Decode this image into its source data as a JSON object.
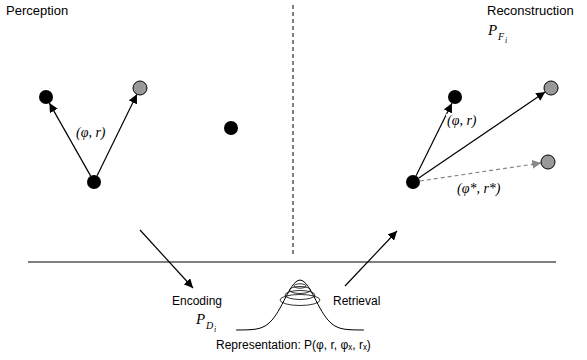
{
  "diagram": {
    "labels": [
      "Perception",
      "Reconstruction",
      "P",
      "F",
      "i",
      "(φ, r)",
      "Encoding",
      "P",
      "D",
      "i",
      "Retrieval",
      "(φ, r)",
      "(φ*, r*)",
      "Representation: P(φ, r, φₓ, rₓ)"
    ]
  }
}
